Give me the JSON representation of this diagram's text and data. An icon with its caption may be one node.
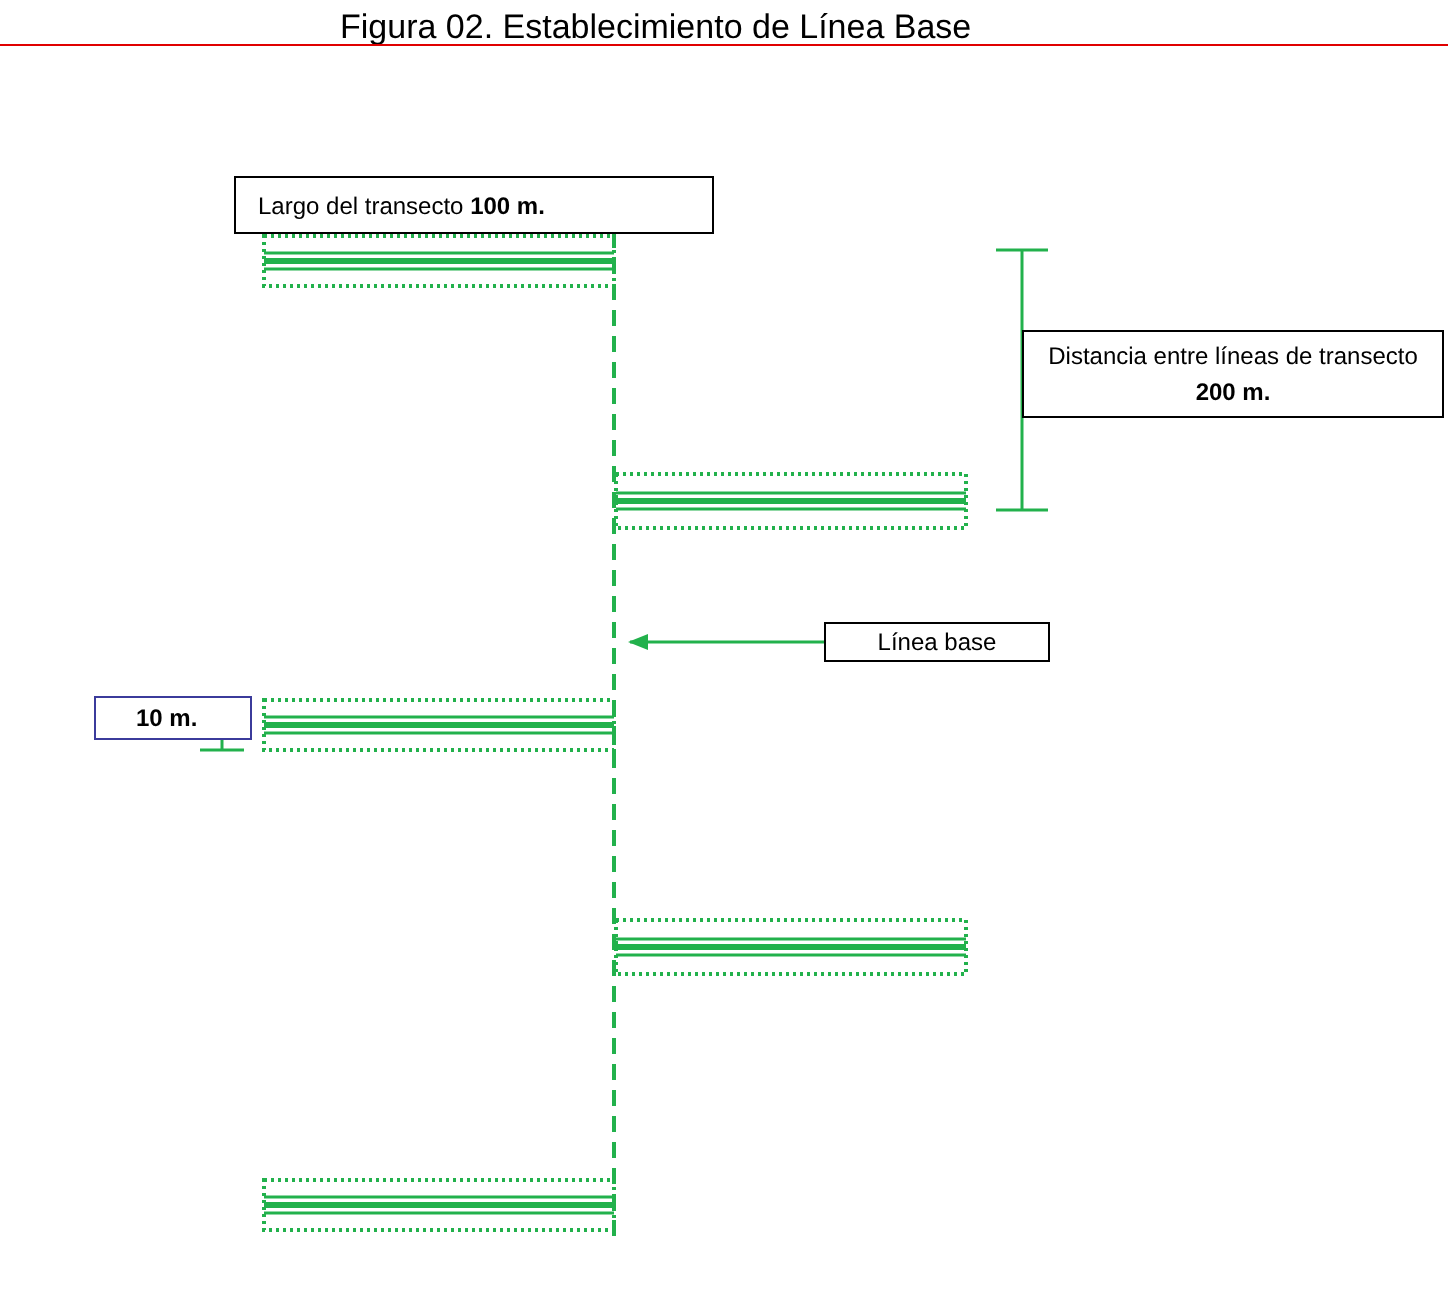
{
  "diagram": {
    "title": "Figura 02. Establecimiento de Línea Base",
    "nodes": [
      {
        "text": [
          "Largo del transecto **100 m.**"
        ]
      },
      {
        "text": [],
        "shape": "bar"
      },
      {
        "text": [
          "Distancia entre líneas de transecto **200 m.**"
        ]
      },
      {
        "text": [],
        "shape": "bar"
      },
      {
        "text": [],
        "shape": "line"
      },
      {
        "text": [
          "Línea base"
        ]
      },
      {
        "text": [
          "10 m."
        ]
      },
      {
        "text": [],
        "shape": "bar"
      },
      {
        "text": [],
        "shape": "bar"
      },
      {
        "text": [],
        "shape": "bar"
      }
    ],
    "edges": [
      {
        "from": 5,
        "to": 4,
        "arrow": "to"
      }
    ]
  }
}
